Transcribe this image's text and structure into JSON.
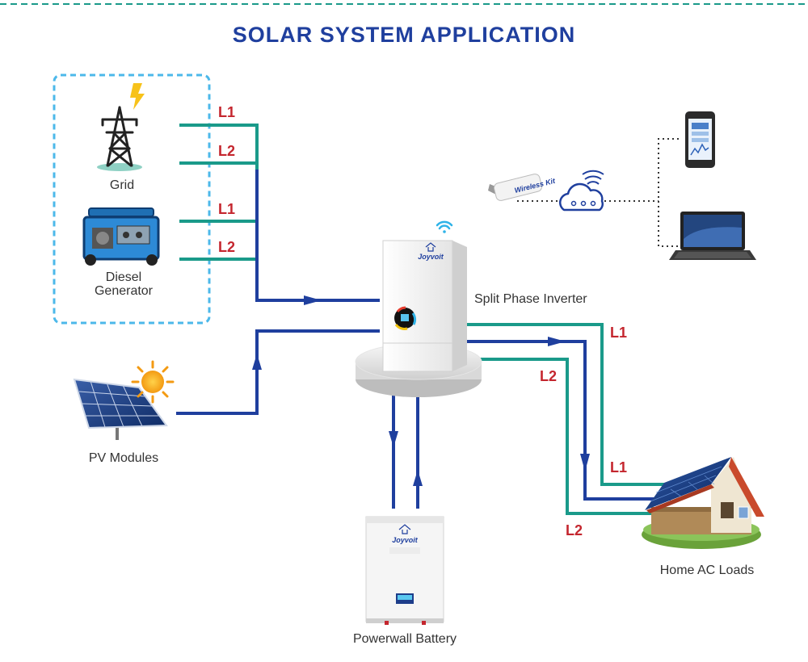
{
  "title": "SOLAR SYSTEM APPLICATION",
  "nodes": {
    "grid": "Grid",
    "diesel_line1": "Diesel",
    "diesel_line2": "Generator",
    "pv": "PV Modules",
    "inverter": "Split Phase Inverter",
    "battery": "Powerwall Battery",
    "home": "Home AC Loads"
  },
  "line_labels": {
    "grid_l1": "L1",
    "grid_l2": "L2",
    "gen_l1": "L1",
    "gen_l2": "L2",
    "out_l1": "L1",
    "out_l2": "L2",
    "home_l1": "L1",
    "home_l2": "L2"
  },
  "brand": "Joyvoit",
  "colors": {
    "title": "#1f3f9e",
    "line_label": "#c4262e",
    "teal_wire": "#1a9a8a",
    "blue_wire": "#1f3f9e",
    "dashed_box": "#4cb8ea"
  },
  "icons": [
    "transmission-tower-icon",
    "lightning-icon",
    "generator-icon",
    "solar-panel-icon",
    "sun-icon",
    "wifi-icon",
    "wireless-dongle-icon",
    "cloud-icon",
    "smartphone-icon",
    "laptop-icon",
    "house-icon"
  ]
}
